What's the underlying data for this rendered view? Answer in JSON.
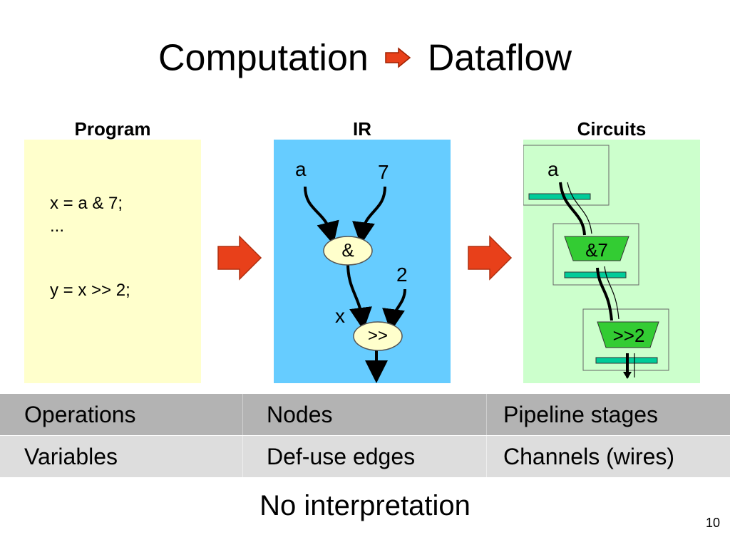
{
  "slide": {
    "title_left": "Computation",
    "title_right": "Dataflow",
    "title_arrow_icon": "right-arrow-icon",
    "page_number": "10",
    "footer": "No interpretation"
  },
  "columns": {
    "program": {
      "heading": "Program",
      "code_lines": [
        "x = a & 7;",
        "...",
        "",
        "y = x >> 2;"
      ],
      "bg": "#ffffcc"
    },
    "ir": {
      "heading": "IR",
      "bg": "#66ccff",
      "labels": {
        "input_a": "a",
        "input_7": "7",
        "node_and": "&",
        "const_2": "2",
        "var_x": "x",
        "node_shift": ">>"
      }
    },
    "circuits": {
      "heading": "Circuits",
      "bg": "#ccffcc",
      "labels": {
        "input_a": "a",
        "stage_and": "&7",
        "stage_shift": ">>2"
      },
      "stage_color": "#33cc33",
      "register_color": "#00cc99"
    }
  },
  "arrows": {
    "color": "#e8401a",
    "icon": "right-arrow-icon"
  },
  "table": {
    "rows": [
      {
        "cells": [
          "Operations",
          "Nodes",
          "Pipeline stages"
        ],
        "bg": "#b3b3b3"
      },
      {
        "cells": [
          "Variables",
          "Def-use edges",
          "Channels (wires)"
        ],
        "bg": "#dddddd"
      }
    ]
  }
}
